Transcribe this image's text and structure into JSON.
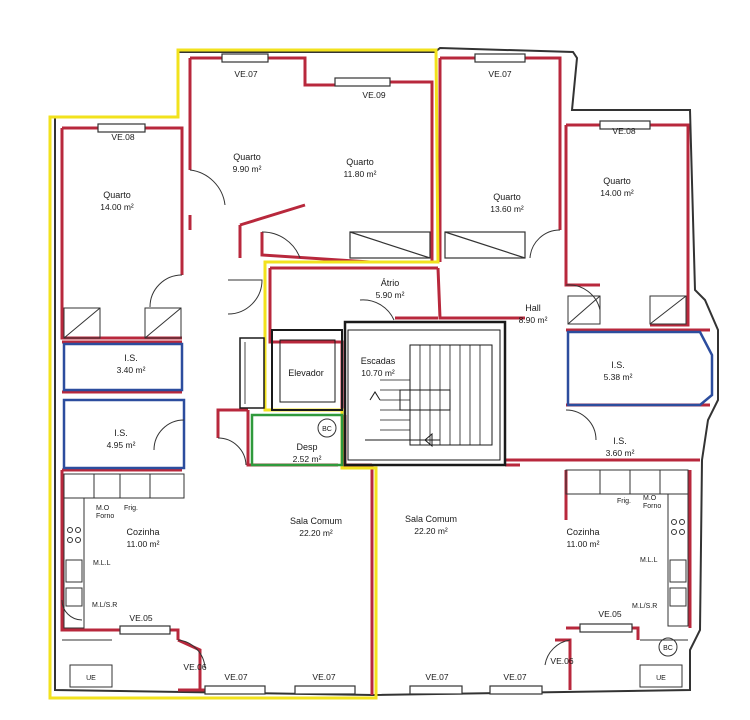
{
  "colors": {
    "wall_red": "#b8283c",
    "wall_dark": "#333333",
    "outline_yellow": "#f2e21d",
    "wc_blue": "#2c4d9e",
    "desp_green": "#2f9a3c"
  },
  "rooms": {
    "quarto_a": {
      "label": "Quarto",
      "area": "14.00 m²"
    },
    "quarto_b": {
      "label": "Quarto",
      "area": "9.90 m²"
    },
    "quarto_c": {
      "label": "Quarto",
      "area": "11.80 m²"
    },
    "quarto_d": {
      "label": "Quarto",
      "area": "13.60 m²"
    },
    "quarto_e": {
      "label": "Quarto",
      "area": "14.00 m²"
    },
    "atrio": {
      "label": "Átrio",
      "area": "5.90 m²"
    },
    "hall": {
      "label": "Hall",
      "area": "8.90 m²"
    },
    "is_a": {
      "label": "I.S.",
      "area": "3.40 m²"
    },
    "is_b": {
      "label": "I.S.",
      "area": "4.95 m²"
    },
    "is_c": {
      "label": "I.S.",
      "area": "5.38 m²"
    },
    "is_d": {
      "label": "I.S.",
      "area": "3.60 m²"
    },
    "elevador": {
      "label": "Elevador"
    },
    "escadas": {
      "label": "Escadas",
      "area": "10.70 m²"
    },
    "desp": {
      "label": "Desp",
      "area": "2.52 m²"
    },
    "sala_left": {
      "label": "Sala Comum",
      "area": "22.20 m²"
    },
    "sala_right": {
      "label": "Sala Comum",
      "area": "22.20 m²"
    },
    "cozinha_left": {
      "label": "Cozinha",
      "area": "11.00 m²"
    },
    "cozinha_right": {
      "label": "Cozinha",
      "area": "11.00 m²"
    }
  },
  "windows": {
    "w1": "VE.07",
    "w2": "VE.09",
    "w3": "VE.08",
    "w4": "VE.07",
    "w5": "VE.08",
    "w6": "VE.05",
    "w7": "VE.06",
    "w8": "VE.07",
    "w9": "VE.07",
    "w10": "VE.07",
    "w11": "VE.07",
    "w12": "VE.06",
    "w13": "VE.05"
  },
  "fixtures": {
    "bc": "BC",
    "ue": "UE",
    "mo": "M.O",
    "forno": "Forno",
    "frig": "Frig.",
    "mll": "M.L.L",
    "mlsr": "M.L/S.R",
    "mll_r": "M.L.L",
    "mlsr_r": "M.L/S.R"
  }
}
